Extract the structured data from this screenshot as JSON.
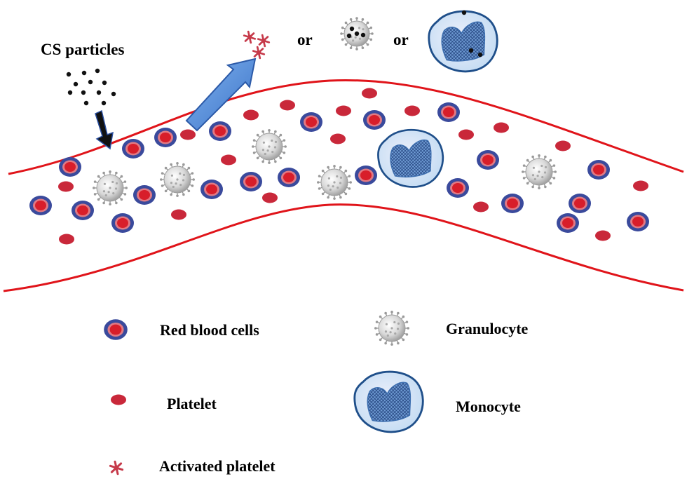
{
  "labels": {
    "cs_particles": "CS particles",
    "or_1": "or",
    "or_2": "or"
  },
  "legend": {
    "red_blood_cells": "Red blood cells",
    "platelet": "Platelet",
    "activated_platelet": "Activated platelet",
    "granulocyte": "Granulocyte",
    "monocyte": "Monocyte"
  },
  "colors": {
    "vessel_wall": "#e0141a",
    "rbc_outer": "#3a4a9c",
    "rbc_ring": "#e07a84",
    "rbc_core": "#d81e2a",
    "platelet": "#c9283a",
    "activated_platelet": "#c63a4a",
    "granulocyte": "#bfbfbf",
    "monocyte_outline": "#1f4f8a",
    "monocyte_fill": "#cfe3f5",
    "nucleus": "#3d6fb0",
    "arrow_blue": "#4a86d8",
    "arrow_black": "#111111"
  }
}
